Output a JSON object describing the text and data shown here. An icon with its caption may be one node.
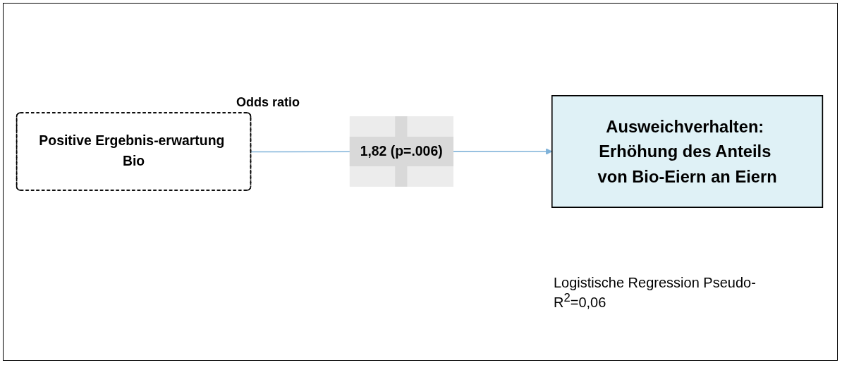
{
  "diagram": {
    "nodes": [
      {
        "text": [
          "Positive Ergebnis-erwartung Bio"
        ]
      },
      {
        "text": [
          "Ausweichverhalten: Erhöhung des Anteils von Bio-Eiern an Eiern"
        ]
      }
    ],
    "edges": [
      {
        "from": 0,
        "to": 1,
        "arrow": "to",
        "label": "1,82 (p=.006)",
        "color": "#7fb2d9"
      }
    ],
    "labels": [
      "Odds ratio",
      "Logistische Regression Pseudo-R$^{2}$=0,06"
    ]
  }
}
